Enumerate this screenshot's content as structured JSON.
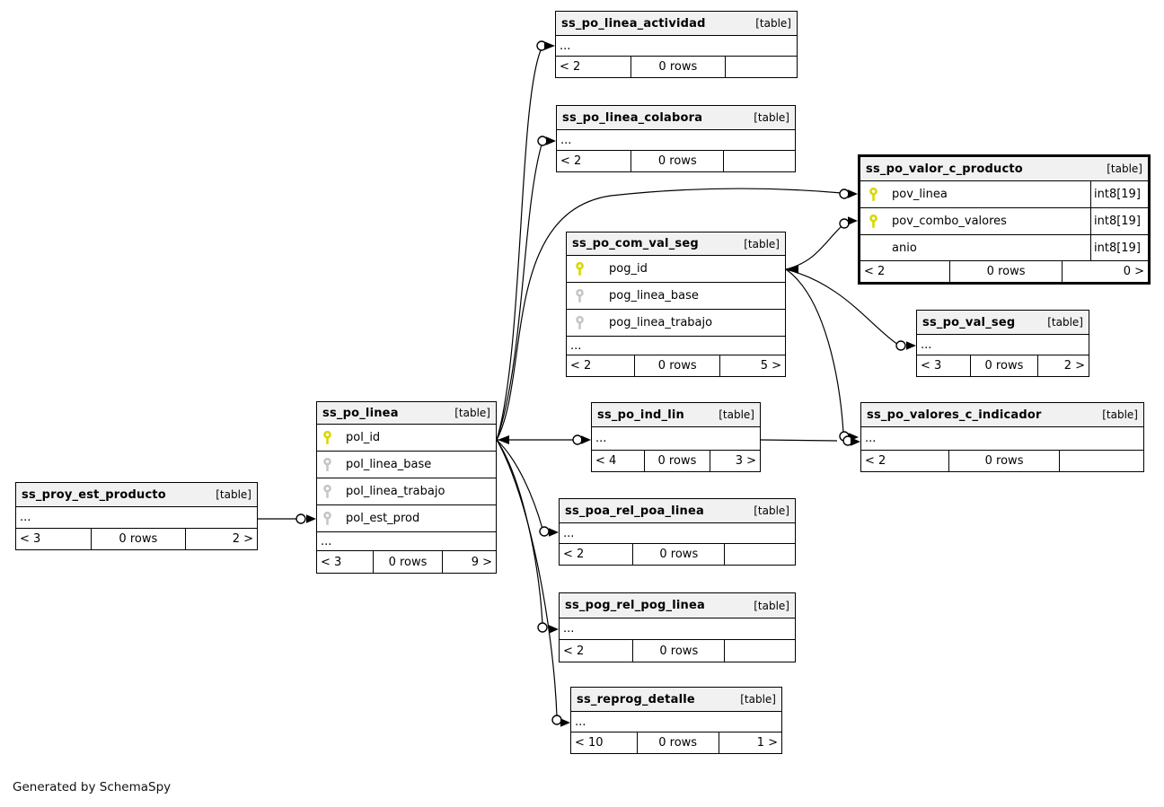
{
  "note": "Generated by SchemaSpy",
  "colors": {
    "primary_key": "#d8d800",
    "foreign_key": "#c6c6c6",
    "header_bg": "#f1f1f1",
    "line": "#000000"
  },
  "tables": {
    "actividad": {
      "name": "ss_po_linea_actividad",
      "tag": "[table]",
      "ellipsis": "...",
      "footer": {
        "left": "< 2",
        "center": "0 rows",
        "right": ""
      }
    },
    "colabora": {
      "name": "ss_po_linea_colabora",
      "tag": "[table]",
      "ellipsis": "...",
      "footer": {
        "left": "< 2",
        "center": "0 rows",
        "right": ""
      }
    },
    "valor_c_producto": {
      "name": "ss_po_valor_c_producto",
      "tag": "[table]",
      "columns": [
        {
          "name": "pov_linea",
          "key": "pk",
          "type": "int8[19]"
        },
        {
          "name": "pov_combo_valores",
          "key": "pk",
          "type": "int8[19]"
        },
        {
          "name": "anio",
          "key": "",
          "type": "int8[19]"
        }
      ],
      "footer": {
        "left": "< 2",
        "center": "0 rows",
        "right": "0 >"
      }
    },
    "com_val_seg": {
      "name": "ss_po_com_val_seg",
      "tag": "[table]",
      "ellipsis": "...",
      "columns": [
        {
          "name": "pog_id",
          "key": "pk"
        },
        {
          "name": "pog_linea_base",
          "key": "fk"
        },
        {
          "name": "pog_linea_trabajo",
          "key": "fk"
        }
      ],
      "footer": {
        "left": "< 2",
        "center": "0 rows",
        "right": "5 >"
      }
    },
    "val_seg": {
      "name": "ss_po_val_seg",
      "tag": "[table]",
      "ellipsis": "...",
      "footer": {
        "left": "< 3",
        "center": "0 rows",
        "right": "2 >"
      }
    },
    "linea": {
      "name": "ss_po_linea",
      "tag": "[table]",
      "ellipsis": "...",
      "columns": [
        {
          "name": "pol_id",
          "key": "pk"
        },
        {
          "name": "pol_linea_base",
          "key": "fk"
        },
        {
          "name": "pol_linea_trabajo",
          "key": "fk"
        },
        {
          "name": "pol_est_prod",
          "key": "fk"
        }
      ],
      "footer": {
        "left": "< 3",
        "center": "0 rows",
        "right": "9 >"
      }
    },
    "ind_lin": {
      "name": "ss_po_ind_lin",
      "tag": "[table]",
      "ellipsis": "...",
      "footer": {
        "left": "< 4",
        "center": "0 rows",
        "right": "3 >"
      }
    },
    "valores_c_indicador": {
      "name": "ss_po_valores_c_indicador",
      "tag": "[table]",
      "ellipsis": "...",
      "footer": {
        "left": "< 2",
        "center": "0 rows",
        "right": ""
      }
    },
    "proy_est_producto": {
      "name": "ss_proy_est_producto",
      "tag": "[table]",
      "ellipsis": "...",
      "footer": {
        "left": "< 3",
        "center": "0 rows",
        "right": "2 >"
      }
    },
    "poa_rel": {
      "name": "ss_poa_rel_poa_linea",
      "tag": "[table]",
      "ellipsis": "...",
      "footer": {
        "left": "< 2",
        "center": "0 rows",
        "right": ""
      }
    },
    "pog_rel": {
      "name": "ss_pog_rel_pog_linea",
      "tag": "[table]",
      "ellipsis": "...",
      "footer": {
        "left": "< 2",
        "center": "0 rows",
        "right": ""
      }
    },
    "reprog": {
      "name": "ss_reprog_detalle",
      "tag": "[table]",
      "ellipsis": "...",
      "footer": {
        "left": "< 10",
        "center": "0 rows",
        "right": "1 >"
      }
    }
  },
  "relationships": [
    {
      "from": "ss_po_linea.pol_id",
      "to": "ss_po_linea_actividad"
    },
    {
      "from": "ss_po_linea.pol_id",
      "to": "ss_po_linea_colabora"
    },
    {
      "from": "ss_po_linea.pol_id",
      "to": "ss_po_valor_c_producto.pov_linea"
    },
    {
      "from": "ss_po_linea.pol_id",
      "to": "ss_po_ind_lin"
    },
    {
      "from": "ss_po_linea.pol_id",
      "to": "ss_poa_rel_poa_linea"
    },
    {
      "from": "ss_po_linea.pol_id",
      "to": "ss_pog_rel_pog_linea"
    },
    {
      "from": "ss_po_linea.pol_id",
      "to": "ss_reprog_detalle"
    },
    {
      "from": "ss_proy_est_producto",
      "to": "ss_po_linea.pol_est_prod"
    },
    {
      "from": "ss_po_com_val_seg.pog_id",
      "to": "ss_po_valor_c_producto.pov_combo_valores"
    },
    {
      "from": "ss_po_com_val_seg.pog_id",
      "to": "ss_po_val_seg"
    },
    {
      "from": "ss_po_com_val_seg.pog_id",
      "to": "ss_po_valores_c_indicador"
    },
    {
      "from": "ss_po_ind_lin",
      "to": "ss_po_valores_c_indicador"
    }
  ]
}
